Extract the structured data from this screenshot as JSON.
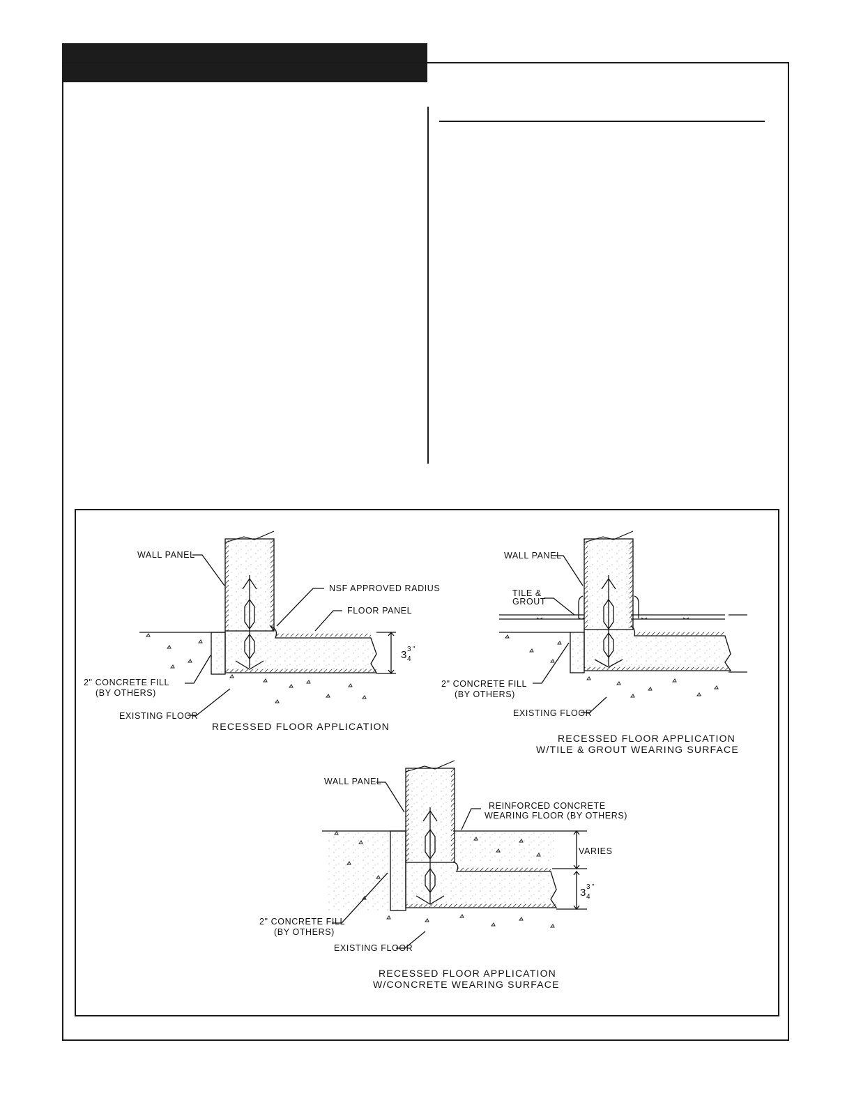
{
  "page": {
    "header_title": "",
    "right_column_heading": ""
  },
  "details": {
    "d1": {
      "wall_panel": "WALL PANEL",
      "nsf_radius": "NSF APPROVED RADIUS",
      "floor_panel": "FLOOR PANEL",
      "dimension_whole": "3",
      "dimension_num": "3",
      "dimension_den": "4",
      "dimension_unit": "\"",
      "concrete_fill_1": "2\" CONCRETE FILL",
      "concrete_fill_2": "(BY OTHERS)",
      "existing_floor": "EXISTING FLOOR",
      "caption_1": "RECESSED FLOOR APPLICATION"
    },
    "d2": {
      "wall_panel": "WALL PANEL",
      "tile_1": "TILE &",
      "tile_2": "GROUT",
      "concrete_fill_1": "2\" CONCRETE FILL",
      "concrete_fill_2": "(BY OTHERS)",
      "existing_floor": "EXISTING FLOOR",
      "caption_1": "RECESSED FLOOR APPLICATION",
      "caption_2": "W/TILE & GROUT WEARING SURFACE"
    },
    "d3": {
      "wall_panel": "WALL PANEL",
      "reinforced_1": "REINFORCED CONCRETE",
      "reinforced_2": "WEARING FLOOR (BY OTHERS)",
      "varies": "VARIES",
      "dimension_whole": "3",
      "dimension_num": "3",
      "dimension_den": "4",
      "dimension_unit": "\"",
      "concrete_fill_1": "2\" CONCRETE FILL",
      "concrete_fill_2": "(BY OTHERS)",
      "existing_floor": "EXISTING FLOOR",
      "caption_1": "RECESSED FLOOR APPLICATION",
      "caption_2": "W/CONCRETE WEARING SURFACE"
    }
  }
}
